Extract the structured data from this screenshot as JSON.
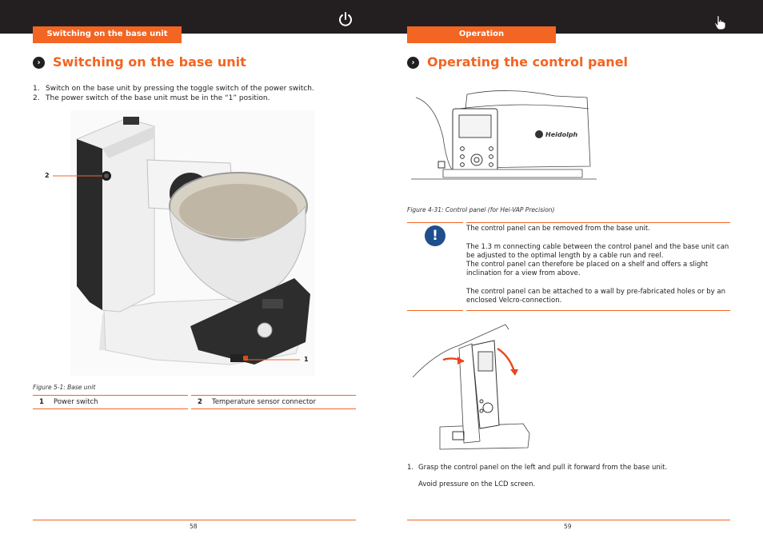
{
  "left_page": {
    "tab": "Switching on the base unit",
    "heading": "Switching on the base unit",
    "steps": [
      {
        "num": "1.",
        "text": "Switch on the base unit by pressing the toggle switch of the power switch."
      },
      {
        "num": "2.",
        "text": "The power switch of the base unit must be in the “1” position."
      }
    ],
    "callouts": {
      "c2": "2",
      "c1": "1"
    },
    "caption": "Figure 5-1: Base unit",
    "legend": [
      {
        "key": "1",
        "label": "Power switch"
      },
      {
        "key": "2",
        "label": "Temperature sensor connector"
      }
    ],
    "page_number": "58"
  },
  "right_page": {
    "tab": "Operation",
    "heading": "Operating the control panel",
    "figure_brand": "Heidolph",
    "caption": "Figure 4-31: Control panel (for Hei-VAP Precision)",
    "note": {
      "icon": "exclamation",
      "paragraphs": [
        "The control panel can be removed from the base unit.",
        "The 1.3 m connecting cable between the control panel and the base unit can be adjusted to the optimal length by a cable run and reel.\nThe control panel can therefore be placed on a shelf and offers a slight inclination for a view from above.",
        "The control panel can be attached to a wall by pre-fabricated holes or by an enclosed Velcro-connection."
      ]
    },
    "step": {
      "num": "1.",
      "text": "Grasp the control panel on the left and pull it forward from the base unit.",
      "sub": "Avoid pressure on the LCD screen."
    },
    "page_number": "59"
  },
  "colors": {
    "accent": "#f26522",
    "header": "#231f20",
    "note_icon": "#1f4e8c"
  },
  "icons": {
    "header_left": "power-icon",
    "header_right": "hand-pointer-icon",
    "heading_bullet": "chevron-right-icon"
  }
}
